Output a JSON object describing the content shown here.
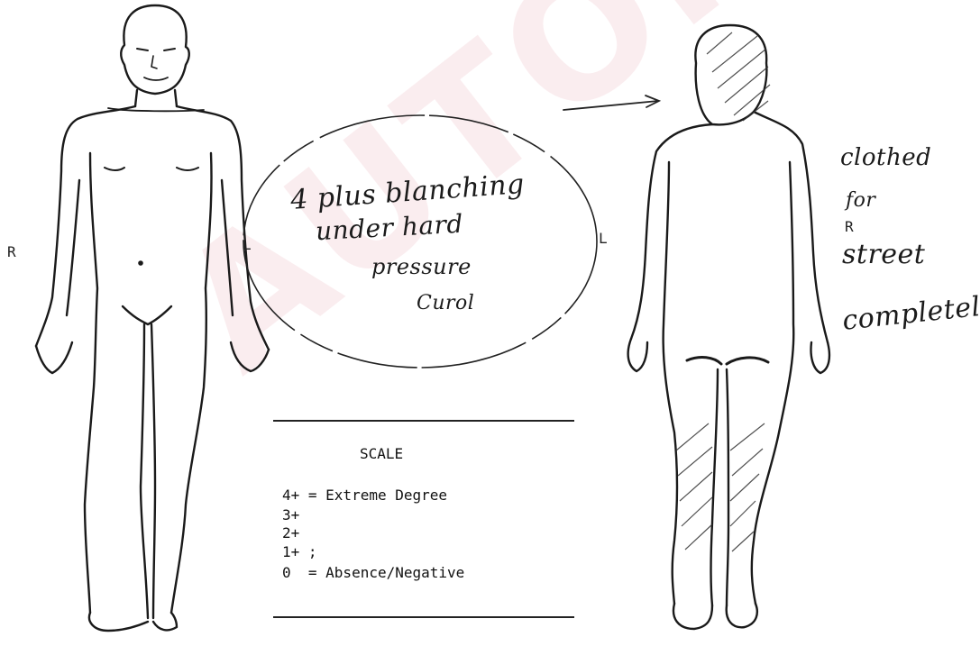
{
  "watermark": {
    "text": "AUTOPSY FILES"
  },
  "labels": {
    "front_right": "R",
    "circle_left": "L",
    "circle_right": "L",
    "back_right": "R"
  },
  "handwriting": {
    "circle_lines": [
      "4 plus blanching",
      "under hard",
      "pressure",
      "Curol"
    ],
    "back_lines": [
      "clothed",
      "for",
      "street",
      "completely"
    ]
  },
  "scale": {
    "title": "SCALE",
    "rows": [
      "4+ = Extreme Degree",
      "3+",
      "2+",
      "1+ ;",
      "0  = Absence/Negative"
    ]
  }
}
